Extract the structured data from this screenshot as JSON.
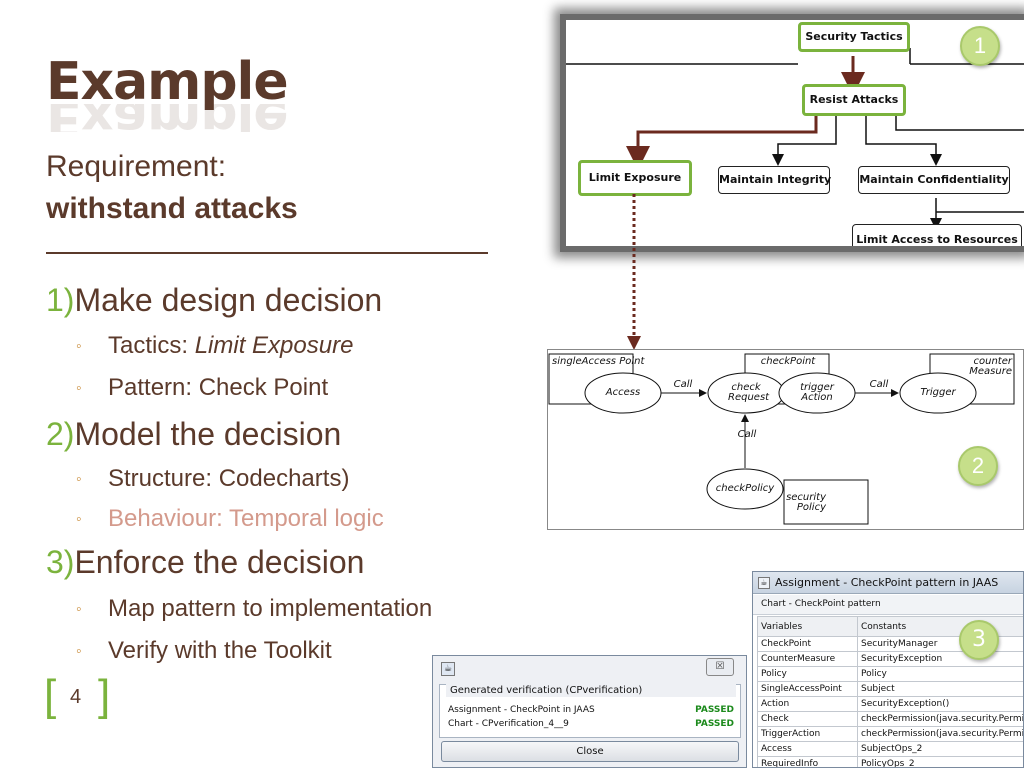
{
  "slide": {
    "title": "Example",
    "requirement_label": "Requirement:",
    "requirement_value": "withstand attacks",
    "page_number": "4"
  },
  "steps": [
    {
      "num": "1)",
      "label": "Make design decision",
      "items": [
        {
          "prefix": "Tactics: ",
          "emph": "Limit Exposure"
        },
        {
          "prefix": "Pattern: Check Point",
          "emph": ""
        }
      ]
    },
    {
      "num": "2)",
      "label": "Model the decision",
      "items": [
        {
          "prefix": "Structure: Codecharts)",
          "emph": ""
        },
        {
          "prefix": "Behaviour: Temporal logic",
          "emph": ""
        }
      ]
    },
    {
      "num": "3)",
      "label": "Enforce the decision",
      "items": [
        {
          "prefix": "Map pattern to implementation",
          "emph": ""
        },
        {
          "prefix": "Verify with the Toolkit",
          "emph": ""
        }
      ]
    }
  ],
  "tactics_tree": {
    "root": "Security Tactics",
    "child": "Resist Attacks",
    "leaves": [
      "Limit Exposure",
      "Maintain Integrity",
      "Maintain Confidentiality"
    ],
    "sub_leaf": "Limit Access to Resources",
    "badge": "1"
  },
  "codechart": {
    "badge": "2",
    "sets": [
      "singleAccess Point",
      "checkPoint",
      "counter Measure",
      "security Policy"
    ],
    "methods": [
      "Access",
      "check Request",
      "trigger Action",
      "Trigger",
      "checkPolicy"
    ],
    "relations": [
      "Call",
      "Call",
      "Call"
    ]
  },
  "verification_dialog": {
    "group_title": "Generated verification (CPverification)",
    "rows": [
      {
        "label": "Assignment - CheckPoint in JAAS",
        "status": "PASSED"
      },
      {
        "label": "Chart - CPverification_4__9",
        "status": "PASSED"
      }
    ],
    "close_label": "Close",
    "close_x": "☒"
  },
  "assignment_window": {
    "title": "Assignment - CheckPoint pattern in JAAS",
    "subtitle": "Chart - CheckPoint pattern",
    "badge": "3",
    "columns": [
      "Variables",
      "Constants"
    ],
    "rows": [
      [
        "CheckPoint",
        "SecurityManager"
      ],
      [
        "CounterMeasure",
        "SecurityException"
      ],
      [
        "Policy",
        "Policy"
      ],
      [
        "SingleAccessPoint",
        "Subject"
      ],
      [
        "Action",
        "SecurityException()"
      ],
      [
        "Check",
        "checkPermission(java.security.Permi"
      ],
      [
        "TriggerAction",
        "checkPermission(java.security.Permi"
      ],
      [
        "Access",
        "SubjectOps_2"
      ],
      [
        "RequiredInfo",
        "PolicyOps_2"
      ]
    ]
  },
  "colors": {
    "brown": "#5b3a2b",
    "green": "#7bb33d",
    "badge": "#c6df8a",
    "faded": "#d49a8c",
    "passed": "#1c8a1c"
  }
}
